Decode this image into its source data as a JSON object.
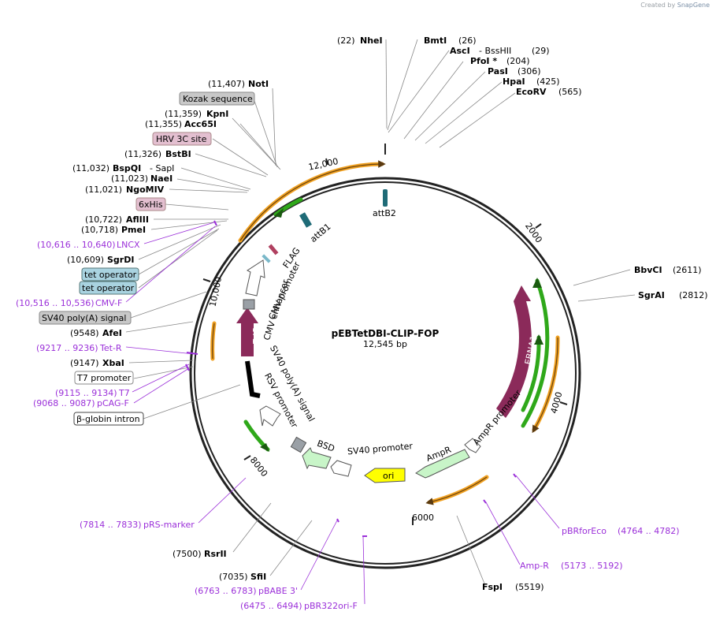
{
  "credit": {
    "prefix": "Created by",
    "brand": "SnapGene"
  },
  "plasmid": {
    "name": "pEBTetDBI-CLIP-FOP",
    "size_label": "12,545 bp"
  },
  "ticks": [
    "12,000",
    "2000",
    "4000",
    "6000",
    "8000",
    "10,000"
  ],
  "enzymes_left": [
    {
      "num": "(11,407)",
      "name": "NotI"
    },
    {
      "num": "(11,359)",
      "name": "KpnI"
    },
    {
      "num": "(11,355)",
      "name": "Acc65I"
    },
    {
      "num": "(11,326)",
      "name": "BstBI"
    },
    {
      "num": "(11,032)",
      "name": "BspQI",
      "extra": "- SapI"
    },
    {
      "num": "(11,023)",
      "name": "NaeI"
    },
    {
      "num": "(11,021)",
      "name": "NgoMIV"
    },
    {
      "num": "(10,722)",
      "name": "AflIII"
    },
    {
      "num": "(10,718)",
      "name": "PmeI"
    },
    {
      "num": "(10,609)",
      "name": "SgrDI"
    },
    {
      "num": "(9548)",
      "name": "AfeI"
    },
    {
      "num": "(9147)",
      "name": "XbaI"
    },
    {
      "num": "(7500)",
      "name": "RsrII"
    },
    {
      "num": "(7035)",
      "name": "SfiI"
    }
  ],
  "enzymes_right": [
    {
      "num": "(22)",
      "name": "NheI"
    },
    {
      "name": "BmtI",
      "num": "(26)"
    },
    {
      "name": "AscI",
      "extra": "- BssHII",
      "num": "(29)"
    },
    {
      "name": "PfoI *",
      "num": "(204)"
    },
    {
      "name": "PasI",
      "num": "(306)"
    },
    {
      "name": "HpaI",
      "num": "(425)"
    },
    {
      "name": "EcoRV",
      "num": "(565)"
    },
    {
      "name": "BbvCI",
      "num": "(2611)"
    },
    {
      "name": "SgrAI",
      "num": "(2812)"
    },
    {
      "name": "FspI",
      "num": "(5519)"
    }
  ],
  "boxed_features": [
    {
      "label": "Kozak sequence",
      "color": "#c8c8c8"
    },
    {
      "label": "HRV 3C site",
      "color": "#e3bfd0"
    },
    {
      "label": "6xHis",
      "color": "#e3bfd0"
    },
    {
      "label": "tet operator",
      "color": "#a9d3e0"
    },
    {
      "label": "tet operator",
      "color": "#a9d3e0"
    },
    {
      "label": "SV40 poly(A) signal",
      "color": "#c8c8c8"
    },
    {
      "label": "T7 promoter",
      "color": "#ffffff"
    },
    {
      "label": "β-globin intron",
      "color": "#ffffff"
    }
  ],
  "primers": [
    {
      "range": "(10,616 .. 10,640)",
      "name": "LNCX"
    },
    {
      "range": "(10,516 .. 10,536)",
      "name": "CMV-F"
    },
    {
      "range": "(9217 .. 9236)",
      "name": "Tet-R"
    },
    {
      "range": "(9115 .. 9134)",
      "name": "T7"
    },
    {
      "range": "(9068 .. 9087)",
      "name": "pCAG-F"
    },
    {
      "range": "(7814 .. 7833)",
      "name": "pRS-marker"
    },
    {
      "range": "(6763 .. 6783)",
      "name": "pBABE 3'"
    },
    {
      "range": "(6475 .. 6494)",
      "name": "pBR322ori-F"
    },
    {
      "name": "pBRforEco",
      "range": "(4764 .. 4782)"
    },
    {
      "name": "Amp-R",
      "range": "(5173 .. 5192)"
    }
  ],
  "features": {
    "attB1": "attB1",
    "attB2": "attB2",
    "flag": "FLAG",
    "cmv_promoter": "CMV promoter",
    "cmv_enhancer": "CMV enhancer",
    "tetr": "TetR",
    "sv40_polya": "SV40 poly(A) signal",
    "rsv_promoter": "RSV promoter",
    "bsd": "BSD",
    "sv40_promoter": "SV40 promoter",
    "ori": "ori",
    "ampr": "AmpR",
    "ampr_promoter": "AmpR promoter",
    "ebna1": "EBNA1"
  },
  "colors": {
    "orange_arc": "#f0a020",
    "green_arc": "#2fa81a",
    "ebna_tetr": "#8b2a5a",
    "ori": "#ffff00",
    "ampr": "#c8f5c8",
    "primer": "#9b30d9"
  }
}
